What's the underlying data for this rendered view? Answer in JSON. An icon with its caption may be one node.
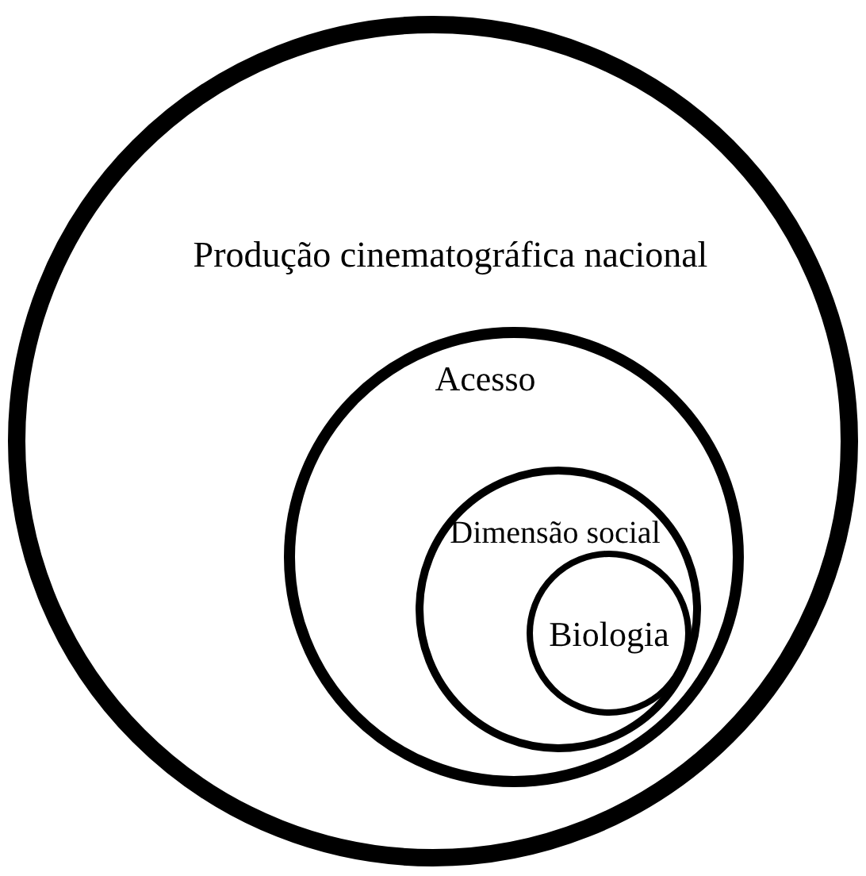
{
  "diagram": {
    "nodes": [
      {
        "text": [
          "Produção cinematográfica nacional"
        ]
      },
      {
        "text": [
          "Acesso"
        ],
        "in": 0
      },
      {
        "text": [
          "Dimensão social"
        ],
        "in": 1
      },
      {
        "text": [
          "Biologia"
        ],
        "in": 2
      }
    ]
  }
}
